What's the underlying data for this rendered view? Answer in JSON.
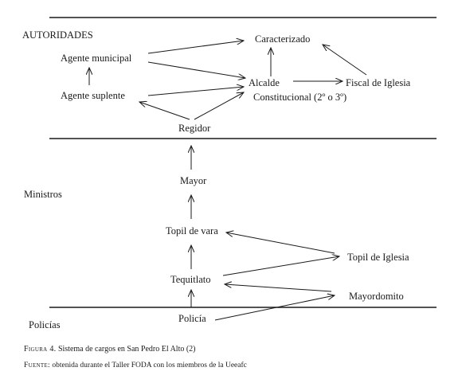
{
  "sections": {
    "autoridades": "AUTORIDADES",
    "ministros": "Ministros",
    "policias": "Policías"
  },
  "nodes": {
    "caracterizado": "Caracterizado",
    "agente_municipal": "Agente municipal",
    "agente_suplente": "Agente suplente",
    "alcalde": "Alcalde",
    "alcalde_detail": "Constitucional (2º o 3º)",
    "fiscal": "Fiscal de Iglesia",
    "regidor": "Regidor",
    "mayor": "Mayor",
    "topil_vara": "Topil de vara",
    "topil_iglesia": "Topil de Iglesia",
    "tequitlato": "Tequitlato",
    "mayordomito": "Mayordomito",
    "policia": "Policía"
  },
  "caption": {
    "figure_label": "Figura 4.",
    "figure_text": " Sistema de cargos en San Pedro El Alto (2)",
    "source_label": "Fuente:",
    "source_text": " obtenida durante el Taller FODA con los miembros de la Ueeafc"
  }
}
